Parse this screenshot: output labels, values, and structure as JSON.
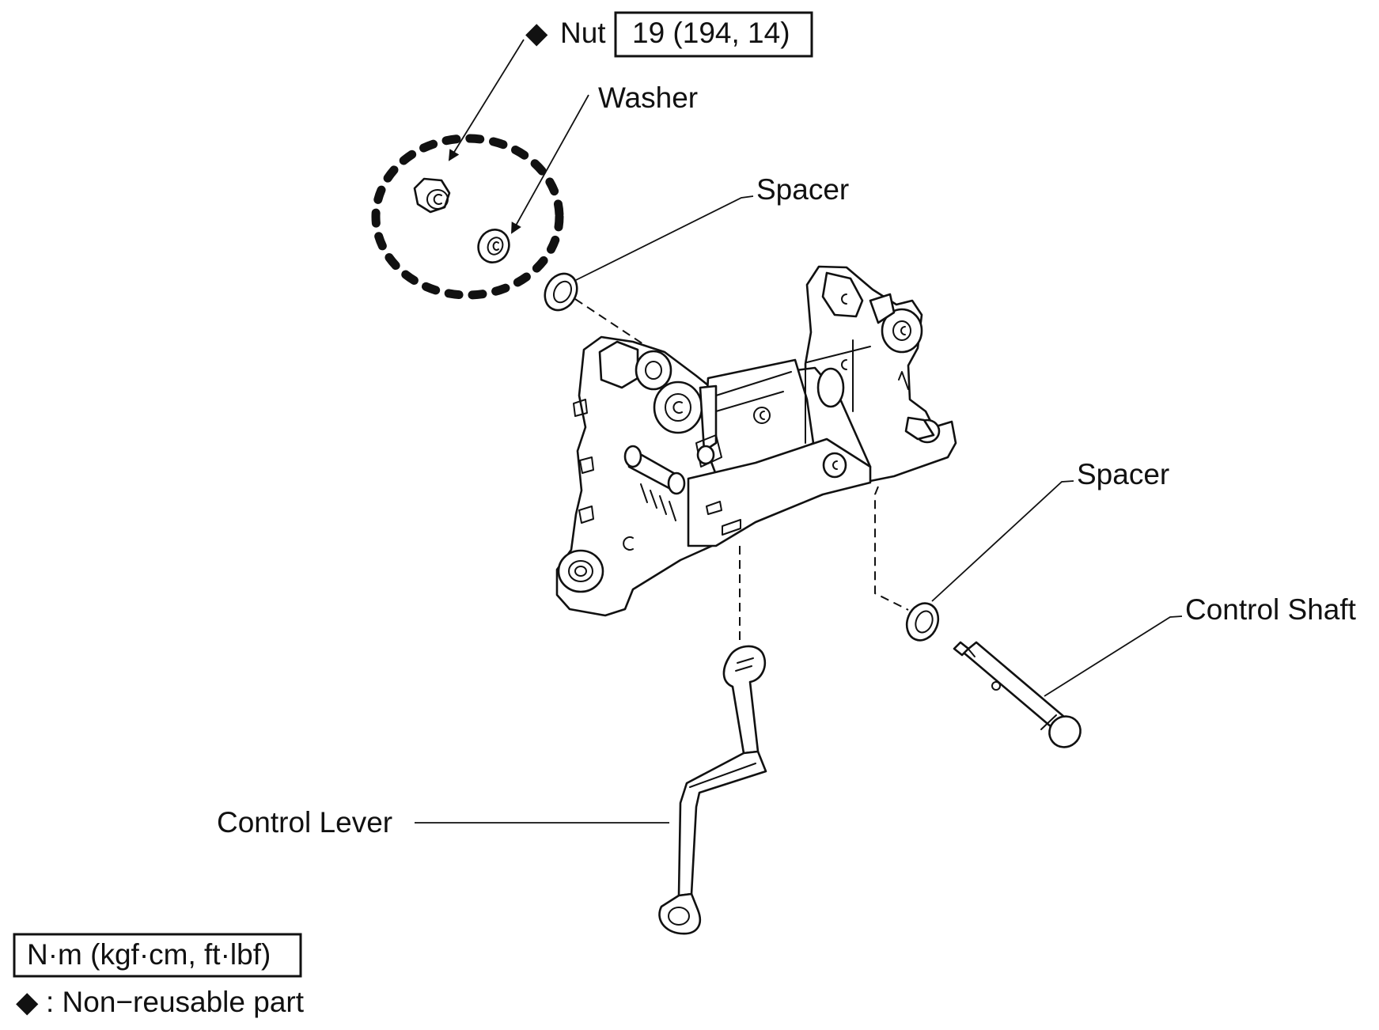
{
  "callouts": {
    "nut_marker": "◆",
    "nut": "Nut",
    "torque": "19 (194, 14)",
    "washer": "Washer",
    "spacer_upper": "Spacer",
    "spacer_lower": "Spacer",
    "control_shaft": "Control Shaft",
    "control_lever": "Control Lever"
  },
  "legend": {
    "torque_units": "N·m (kgf·cm, ft·lbf)",
    "non_reusable_marker": "◆",
    "non_reusable": ": Non−reusable part"
  }
}
